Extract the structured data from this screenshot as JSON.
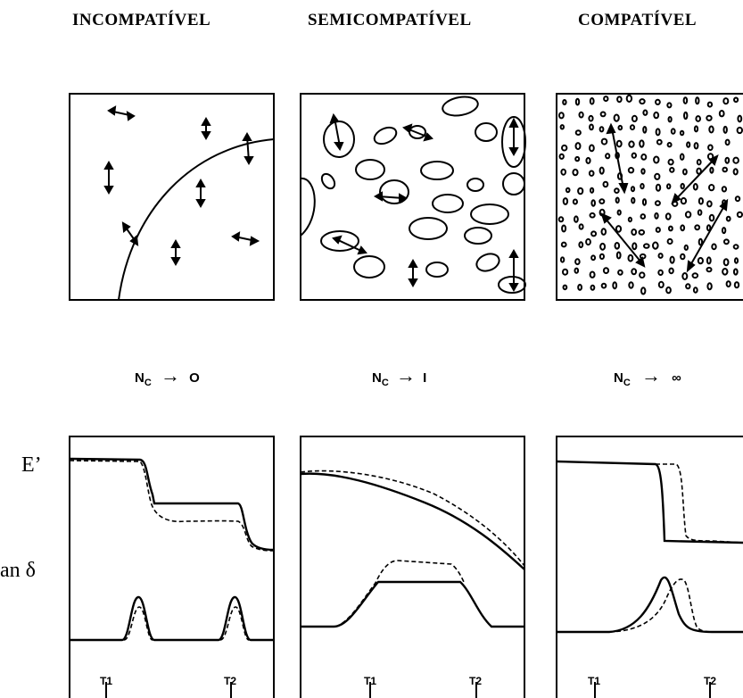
{
  "columns": [
    {
      "title": "INCOMPATÍVEL",
      "nc_label": "N",
      "nc_sub": "C",
      "nc_arrow": "→",
      "nc_value": "O",
      "t1": "T1",
      "t2": "T2"
    },
    {
      "title": "SEMICOMPATÍVEL",
      "nc_label": "N",
      "nc_sub": "C",
      "nc_arrow": "→",
      "nc_value": "I",
      "t1": "T1",
      "t2": "T2"
    },
    {
      "title": "COMPATÍVEL",
      "nc_label": "N",
      "nc_sub": "C",
      "nc_arrow": "→",
      "nc_value": "∞",
      "t1": "T1",
      "t2": "T2"
    }
  ],
  "y_labels": {
    "modulus": "E’",
    "tan_delta": "an δ"
  },
  "line_styles": {
    "solid": "solid",
    "dashed": "dashed"
  },
  "colors": {
    "ink": "#000000",
    "background": "#ffffff"
  }
}
